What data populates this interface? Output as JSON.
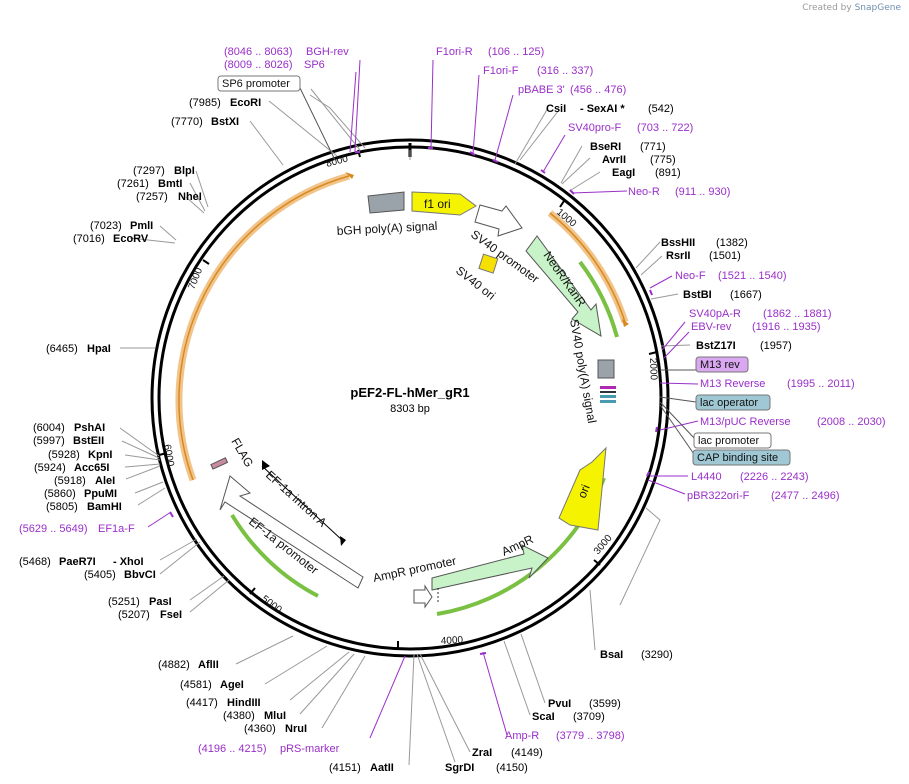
{
  "credit": {
    "prefix": "Created by",
    "brand": "SnapGene"
  },
  "plasmid": {
    "name": "pEF2-FL-hMer_gR1",
    "size": "8303 bp"
  },
  "ticks": [
    "1000",
    "2000",
    "3000",
    "4000",
    "5000",
    "6000",
    "7000",
    "8000"
  ],
  "features": [
    {
      "id": "bgh",
      "label": "bGH poly(A) signal"
    },
    {
      "id": "f1ori",
      "label": "f1 ori"
    },
    {
      "id": "sv40prom",
      "label": "SV40 promoter"
    },
    {
      "id": "sv40ori",
      "label": "SV40 ori"
    },
    {
      "id": "neor",
      "label": "NeoR/KanR"
    },
    {
      "id": "sv40pa",
      "label": "SV40 poly(A) signal"
    },
    {
      "id": "ori",
      "label": "ori"
    },
    {
      "id": "ampr",
      "label": "AmpR"
    },
    {
      "id": "amprprom",
      "label": "AmpR promoter"
    },
    {
      "id": "ef1aprom",
      "label": "EF-1a promoter"
    },
    {
      "id": "ef1aintron",
      "label": "EF-1a intron A"
    },
    {
      "id": "flag",
      "label": "FLAG"
    }
  ],
  "boxed_labels": [
    {
      "id": "sp6prom",
      "text": "SP6 promoter",
      "fill": "#ffffff"
    },
    {
      "id": "m13rev",
      "text": "M13 rev",
      "fill": "#d9a8f0"
    },
    {
      "id": "lacop",
      "text": "lac operator",
      "fill": "#9fc8d4"
    },
    {
      "id": "lacprom",
      "text": "lac promoter",
      "fill": "#ffffff"
    },
    {
      "id": "cap",
      "text": "CAP binding site",
      "fill": "#9fc8d4"
    }
  ],
  "enzymes": [
    {
      "id": "csi",
      "pos": "",
      "name": "CsiI",
      "extra": "- SexAI *",
      "pos2": "(542)"
    },
    {
      "id": "bseri",
      "pos": "(771)",
      "name": "BseRI"
    },
    {
      "id": "avrii",
      "pos": "(775)",
      "name": "AvrII"
    },
    {
      "id": "eagi",
      "pos": "(891)",
      "name": "EagI"
    },
    {
      "id": "bsshii",
      "pos": "(1382)",
      "name": "BssHII"
    },
    {
      "id": "rsrii",
      "pos": "(1501)",
      "name": "RsrII"
    },
    {
      "id": "bstbi",
      "pos": "(1667)",
      "name": "BstBI"
    },
    {
      "id": "bstz17i",
      "pos": "(1957)",
      "name": "BstZ17I"
    },
    {
      "id": "bsai",
      "pos": "(3290)",
      "name": "BsaI"
    },
    {
      "id": "pvui",
      "pos": "(3599)",
      "name": "PvuI"
    },
    {
      "id": "scai",
      "pos": "(3709)",
      "name": "ScaI"
    },
    {
      "id": "zrai",
      "pos": "(4149)",
      "name": "ZraI"
    },
    {
      "id": "sgrdi",
      "pos": "(4150)",
      "name": "SgrDI"
    },
    {
      "id": "aatii",
      "pos": "(4151)",
      "name": "AatII"
    },
    {
      "id": "nrui",
      "pos": "(4360)",
      "name": "NruI"
    },
    {
      "id": "mlui",
      "pos": "(4380)",
      "name": "MluI"
    },
    {
      "id": "hindiii",
      "pos": "(4417)",
      "name": "HindIII"
    },
    {
      "id": "agei",
      "pos": "(4581)",
      "name": "AgeI"
    },
    {
      "id": "afiii",
      "pos": "(4882)",
      "name": "AflII"
    },
    {
      "id": "fsei",
      "pos": "(5207)",
      "name": "FseI"
    },
    {
      "id": "pasi",
      "pos": "(5251)",
      "name": "PasI"
    },
    {
      "id": "bbvci",
      "pos": "(5405)",
      "name": "BbvCI"
    },
    {
      "id": "paer7i",
      "pos": "(5468)",
      "name": "PaeR7I",
      "extra": "- XhoI"
    },
    {
      "id": "bamhi",
      "pos": "(5805)",
      "name": "BamHI"
    },
    {
      "id": "ppumi",
      "pos": "(5860)",
      "name": "PpuMI"
    },
    {
      "id": "alei",
      "pos": "(5918)",
      "name": "AleI"
    },
    {
      "id": "acc65i",
      "pos": "(5924)",
      "name": "Acc65I"
    },
    {
      "id": "kpni",
      "pos": "(5928)",
      "name": "KpnI"
    },
    {
      "id": "bsteii",
      "pos": "(5997)",
      "name": "BstEII"
    },
    {
      "id": "pshai",
      "pos": "(6004)",
      "name": "PshAI"
    },
    {
      "id": "hpai",
      "pos": "(6465)",
      "name": "HpaI"
    },
    {
      "id": "ecorv",
      "pos": "(7016)",
      "name": "EcoRV"
    },
    {
      "id": "pmli",
      "pos": "(7023)",
      "name": "PmlI"
    },
    {
      "id": "nhei",
      "pos": "(7257)",
      "name": "NheI"
    },
    {
      "id": "bmti",
      "pos": "(7261)",
      "name": "BmtI"
    },
    {
      "id": "blpi",
      "pos": "(7297)",
      "name": "BlpI"
    },
    {
      "id": "bstxi",
      "pos": "(7770)",
      "name": "BstXI"
    },
    {
      "id": "ecori",
      "pos": "(7985)",
      "name": "EcoRI"
    }
  ],
  "primers": [
    {
      "id": "bghrev",
      "name": "BGH-rev",
      "range": "(8046 .. 8063)"
    },
    {
      "id": "sp6",
      "name": "SP6",
      "range": "(8009 .. 8026)"
    },
    {
      "id": "f1orir",
      "name": "F1ori-R",
      "range": "(106 .. 125)"
    },
    {
      "id": "f1orif",
      "name": "F1ori-F",
      "range": "(316 .. 337)"
    },
    {
      "id": "pbabe3",
      "name": "pBABE 3'",
      "range": "(456 .. 476)"
    },
    {
      "id": "sv40prof",
      "name": "SV40pro-F",
      "range": "(703 .. 722)"
    },
    {
      "id": "neor",
      "name": "Neo-R",
      "range": "(911 .. 930)"
    },
    {
      "id": "neof",
      "name": "Neo-F",
      "range": "(1521 .. 1540)"
    },
    {
      "id": "sv40par",
      "name": "SV40pA-R",
      "range": "(1862 .. 1881)"
    },
    {
      "id": "ebvrev",
      "name": "EBV-rev",
      "range": "(1916 .. 1935)"
    },
    {
      "id": "m13reverse",
      "name": "M13 Reverse",
      "range": "(1995 .. 2011)"
    },
    {
      "id": "m13puc",
      "name": "M13/pUC Reverse",
      "range": "(2008 .. 2030)"
    },
    {
      "id": "l4440",
      "name": "L4440",
      "range": "(2226 .. 2243)"
    },
    {
      "id": "pbr322",
      "name": "pBR322ori-F",
      "range": "(2477 .. 2496)"
    },
    {
      "id": "ampr",
      "name": "Amp-R",
      "range": "(3779 .. 3798)"
    },
    {
      "id": "prs",
      "name": "pRS-marker",
      "range": "(4196 .. 4215)"
    },
    {
      "id": "ef1af",
      "name": "EF1a-F",
      "range": "(5629 .. 5649)"
    }
  ]
}
